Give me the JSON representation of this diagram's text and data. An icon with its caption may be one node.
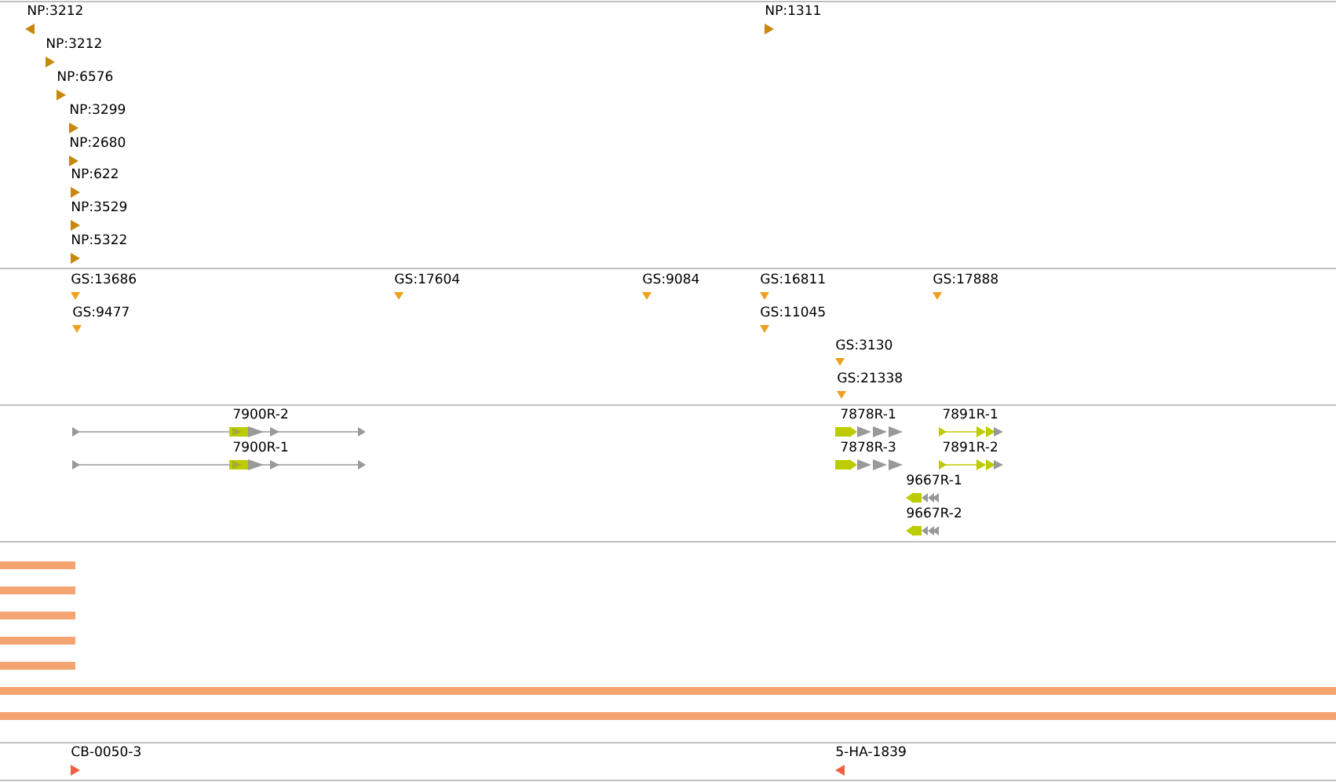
{
  "diagram": {
    "labels": [
      "NP:3212",
      "NP:1311",
      "NP:3212",
      "NP:6576",
      "NP:3299",
      "NP:2680",
      "NP:622",
      "NP:3529",
      "NP:5322",
      "GS:13686",
      "GS:17604",
      "GS:9084",
      "GS:16811",
      "GS:17888",
      "GS:9477",
      "GS:11045",
      "GS:3130",
      "GS:21338",
      "7900R-2",
      "7878R-1",
      "7891R-1",
      "7900R-1",
      "7878R-3",
      "7891R-2",
      "9667R-1",
      "9667R-2",
      "CB-0050-3",
      "5-HA-1839"
    ]
  }
}
